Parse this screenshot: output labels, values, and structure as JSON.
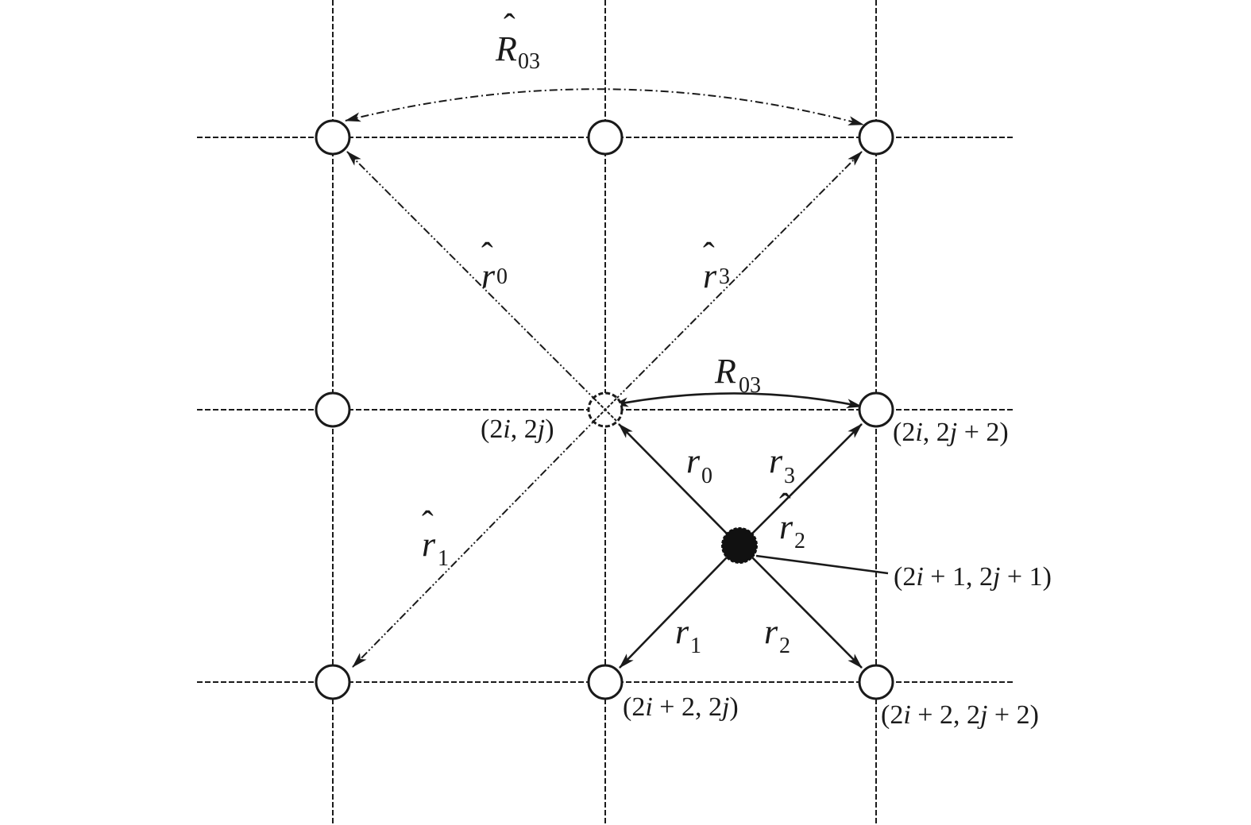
{
  "labels": {
    "R_hat_03": {
      "base": "R",
      "hat": "ˆ",
      "sub": "03"
    },
    "R_03": {
      "base": "R",
      "sub": "03"
    },
    "r_hat_0": {
      "base": "r",
      "hat": "ˆ",
      "sub": "0"
    },
    "r_hat_1": {
      "base": "r",
      "hat": "ˆ",
      "sub": "1"
    },
    "r_hat_2": {
      "base": "r",
      "hat": "ˆ",
      "sub": "2"
    },
    "r_hat_3": {
      "base": "r",
      "hat": "ˆ",
      "sub": "3"
    },
    "r_0": {
      "base": "r",
      "sub": "0"
    },
    "r_1": {
      "base": "r",
      "sub": "1"
    },
    "r_2": {
      "base": "r",
      "sub": "2"
    },
    "r_3": {
      "base": "r",
      "sub": "3"
    }
  },
  "coords": {
    "c_2i_2j": [
      "(2",
      "i",
      ", 2",
      "j",
      ")"
    ],
    "c_2i_2j2": [
      "(2",
      "i",
      ", 2",
      "j",
      " + 2)"
    ],
    "c_2i1_2j1": [
      "(2",
      "i",
      " + 1, 2",
      "j",
      " + 1)"
    ],
    "c_2i2_2j": [
      "(2",
      "i",
      " + 2, 2",
      "j",
      ")"
    ],
    "c_2i2_2j2": [
      "(2",
      "i",
      " + 2, 2",
      "j",
      " + 2)"
    ]
  }
}
